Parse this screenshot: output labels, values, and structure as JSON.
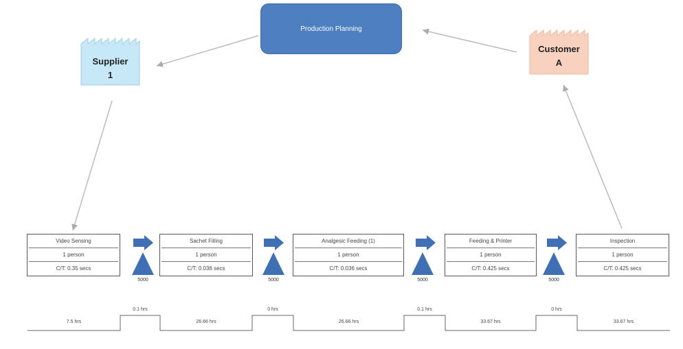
{
  "planning": {
    "label": "Production Planning"
  },
  "supplier": {
    "line1": "Supplier",
    "line2": "1",
    "color": "#c7e9f7"
  },
  "customer": {
    "line1": "Customer",
    "line2": "A",
    "color": "#f9d2bf"
  },
  "processes": [
    {
      "name": "Video Sensing",
      "operator": "1 person",
      "ct": "C/T: 0.35 secs"
    },
    {
      "name": "Sachet Filling",
      "operator": "1 person",
      "ct": "C/T: 0.036 secs"
    },
    {
      "name": "Analgesic Feeding (1)",
      "operator": "1 person",
      "ct": "C/T: 0.036 secs"
    },
    {
      "name": "Feeding & Printer",
      "operator": "1 person",
      "ct": "C/T: 0.425 secs"
    },
    {
      "name": "Inspection",
      "operator": "1 person",
      "ct": "C/T: 0.425 secs"
    }
  ],
  "inventory": [
    "5000",
    "5000",
    "5000",
    "5000"
  ],
  "timeline": {
    "low": [
      "7.5 hrs",
      "26.66 hrs",
      "26.66 hrs",
      "33.67 hrs",
      "33.67 hrs"
    ],
    "high": [
      "0.1 hrs",
      "0 hrs",
      "0.1 hrs",
      "0 hrs"
    ]
  },
  "colors": {
    "accent": "#4e7fc0",
    "planning": "#4e7fc0"
  }
}
